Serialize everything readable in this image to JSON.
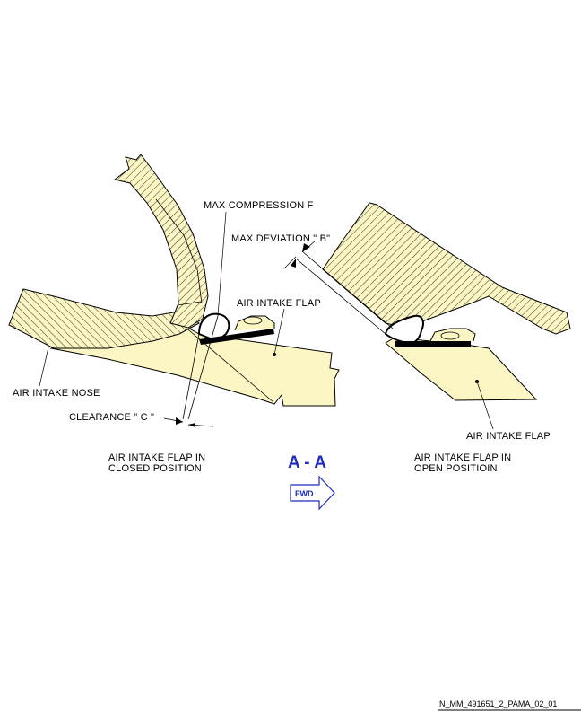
{
  "labels": {
    "max_compression": "MAX COMPRESSION F",
    "max_deviation": "MAX DEVIATION \" B\"",
    "air_intake_flap_closed_view": "AIR INTAKE FLAP",
    "air_intake_nose": "AIR INTAKE NOSE",
    "clearance": "CLEARANCE \" C \"",
    "air_intake_flap_open_view": "AIR INTAKE FLAP"
  },
  "captions": {
    "closed_line1": "AIR INTAKE FLAP IN",
    "closed_line2": "CLOSED POSITION",
    "open_line1": "AIR INTAKE FLAP IN",
    "open_line2": "OPEN POSITIOIN"
  },
  "section_title": "A - A",
  "fwd_arrow": {
    "label": "FWD"
  },
  "document_id": "N_MM_491651_2_PAMA_02_01",
  "colors": {
    "fill": "#fbf6c4",
    "line": "#000000",
    "title": "#1f2bbf"
  }
}
